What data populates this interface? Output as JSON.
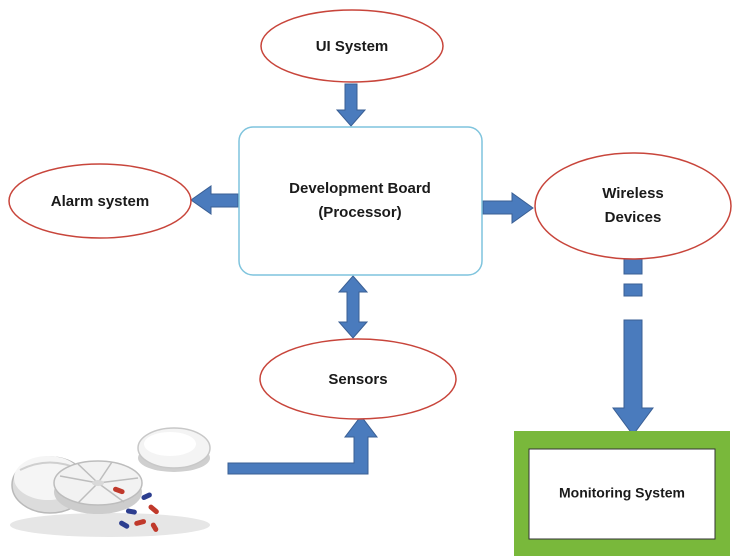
{
  "nodes": {
    "ui_system": {
      "label": "UI System"
    },
    "alarm_system": {
      "label": "Alarm system"
    },
    "dev_board": {
      "line1": "Development Board",
      "line2": "(Processor)"
    },
    "wireless": {
      "line1": "Wireless",
      "line2": "Devices"
    },
    "sensors": {
      "label": "Sensors"
    },
    "monitoring": {
      "label": "Monitoring System"
    }
  },
  "colors": {
    "ellipse_stroke": "#c8453b",
    "board_stroke": "#7fc4dd",
    "arrow_fill": "#4a7bbd",
    "arrow_stroke": "#3a5f94",
    "monitor_border": "#79b83b",
    "monitor_inner_stroke": "#333333",
    "text": "#1a1a1a"
  },
  "icons": {
    "pill_organizer": "pill-organizer-image"
  }
}
